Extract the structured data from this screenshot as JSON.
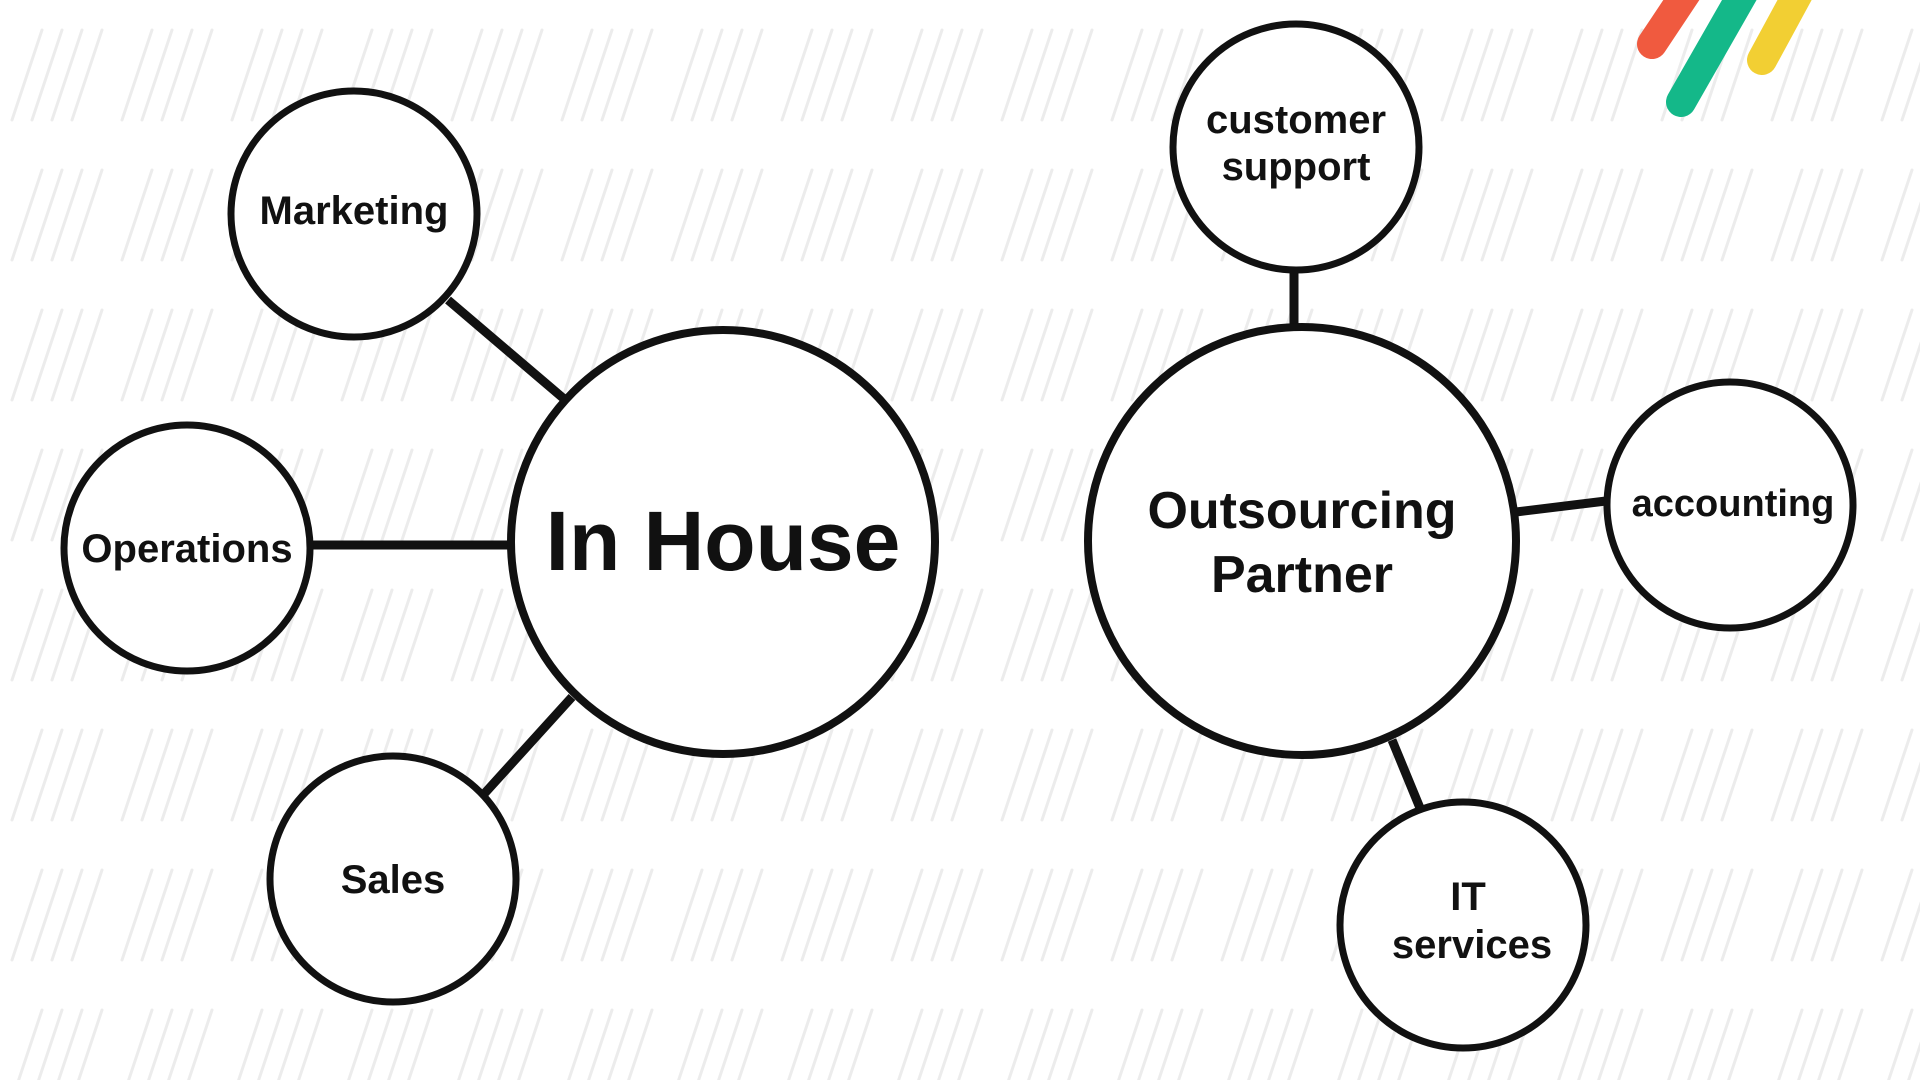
{
  "diagram": {
    "in_house": {
      "title": "In House",
      "marketing": "Marketing",
      "operations": "Operations",
      "sales": "Sales"
    },
    "outsourcing": {
      "title_line1": "Outsourcing",
      "title_line2": "Partner",
      "customer_support_line1": "customer",
      "customer_support_line2": "support",
      "accounting": "accounting",
      "it_services_line1": "IT",
      "it_services_line2": "services"
    }
  },
  "colors": {
    "stroke": "#111111",
    "background": "#ffffff",
    "pattern": "#ececec",
    "logo_red": "#f05a3f",
    "logo_green": "#14b889",
    "logo_yellow": "#f2cf33"
  }
}
